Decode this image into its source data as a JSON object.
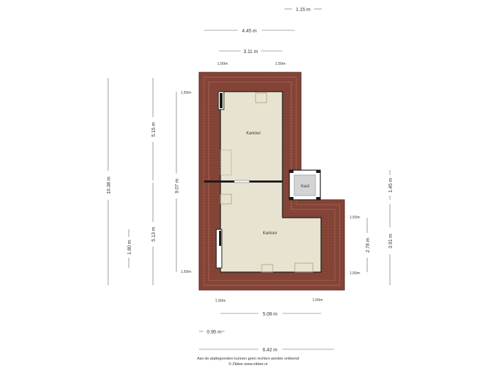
{
  "dimensions": {
    "top_115": "1.15 m",
    "top_445": "4.45 m",
    "top_311": "3.11 m",
    "total_height": "10.38 m",
    "upper_height": "5.15 m",
    "lower_height": "5.13 m",
    "inner_height": "9.07 m",
    "left_bottom": "1.80 m",
    "right_kast": "1.45 m",
    "right_lower": "2.78 m",
    "right_total": "3.91 m",
    "bottom_508": "5.08 m",
    "bottom_095": "0.95 m",
    "bottom_642": "6.42 m"
  },
  "heights": {
    "top_left": "1,50m",
    "top_right": "1,50m",
    "left_top": "1,50m",
    "left_bottom": "1,50m",
    "right_top": "1,50m",
    "right_bottom": "1,50m",
    "bottom_left": "1,50m",
    "bottom_right": "1,50m"
  },
  "rooms": {
    "upper": "Kantoor",
    "lower": "Kantoor",
    "closet": "Kast"
  },
  "footer": {
    "disclaimer": "Aan de plattegronden kunnen geen rechten worden ontleend",
    "copyright": "© Zibber www.zibber.nl"
  },
  "colors": {
    "roof": "#8c4a3c",
    "roof_dark": "#5e2a22",
    "floor": "#e8e3d0",
    "wall": "#1a1a1a"
  }
}
